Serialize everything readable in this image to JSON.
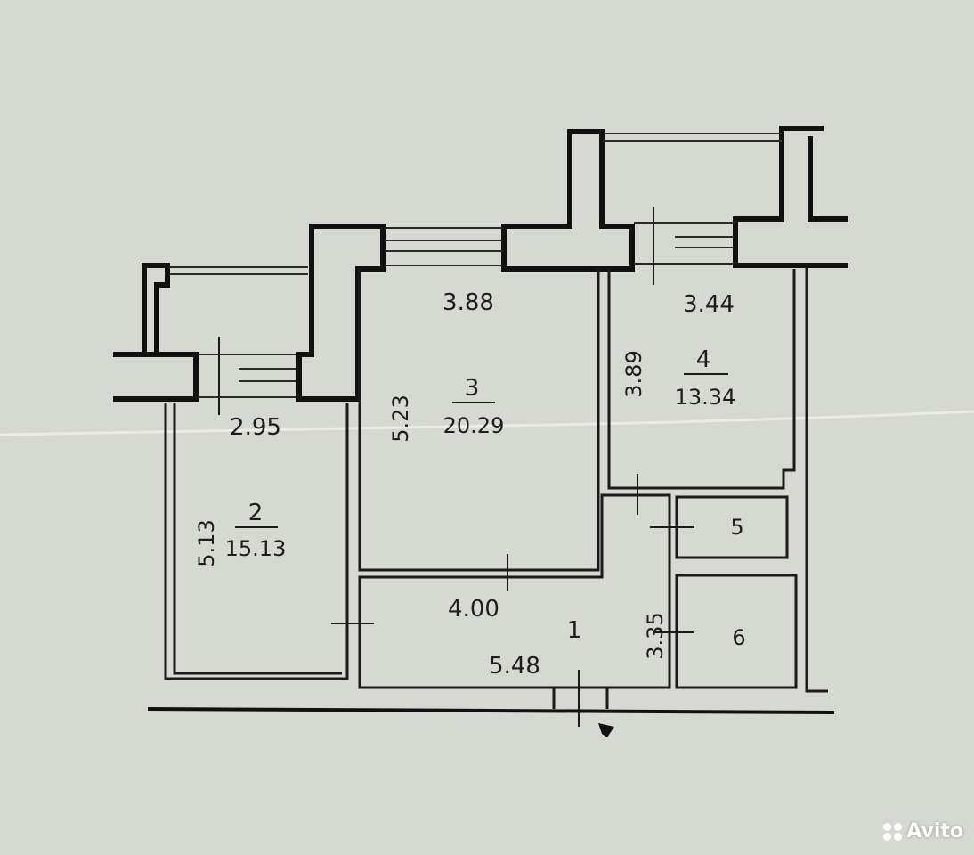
{
  "plan": {
    "rooms": [
      {
        "number": "1",
        "area": "5.48",
        "width": "4.00",
        "height": "3.35"
      },
      {
        "number": "2",
        "area": "15.13",
        "width": "2.95",
        "height": "5.13"
      },
      {
        "number": "3",
        "area": "20.29",
        "width": "3.88",
        "height": "5.23"
      },
      {
        "number": "4",
        "area": "13.34",
        "width": "3.44",
        "height": "3.89"
      },
      {
        "number": "5"
      },
      {
        "number": "6"
      }
    ]
  },
  "watermark": {
    "brand": "Avito",
    "icon": "avito-dots-icon"
  }
}
